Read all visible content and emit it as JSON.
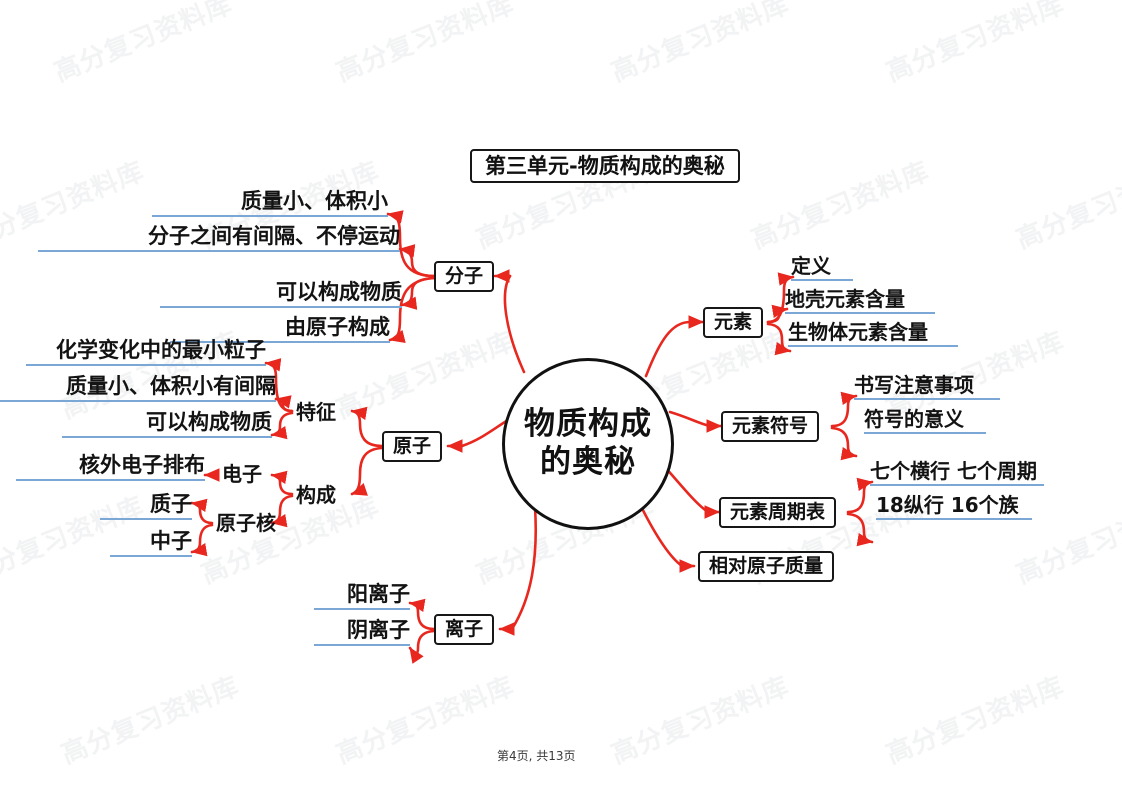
{
  "document": {
    "title": "第三单元-物质构成的奥秘",
    "footer": "第4页, 共13页",
    "watermark_text": "高分复习资料库"
  },
  "colors": {
    "connector": "#e8271f",
    "underline": "#7ba7d7",
    "box_border": "#171717",
    "text": "#111111",
    "watermark": "#f2f3f4",
    "background": "#ffffff"
  },
  "mindmap": {
    "center": {
      "line1": "物质构成",
      "line2": "的奥秘"
    },
    "branches": [
      {
        "id": "molecule",
        "label": "分子",
        "side": "left",
        "children": [
          {
            "label": "质量小、体积小"
          },
          {
            "label": "分子之间有间隔、不停运动"
          },
          {
            "label": "可以构成物质"
          },
          {
            "label": "由原子构成"
          }
        ]
      },
      {
        "id": "atom",
        "label": "原子",
        "side": "left",
        "groups": [
          {
            "label": "特征",
            "children": [
              {
                "label": "化学变化中的最小粒子"
              },
              {
                "label": "质量小、体积小有间隔"
              },
              {
                "label": "可以构成物质"
              }
            ]
          },
          {
            "label": "构成",
            "children": [
              {
                "label": "电子",
                "children": [
                  {
                    "label": "核外电子排布"
                  }
                ]
              },
              {
                "label": "原子核",
                "children": [
                  {
                    "label": "质子"
                  },
                  {
                    "label": "中子"
                  }
                ]
              }
            ]
          }
        ]
      },
      {
        "id": "ion",
        "label": "离子",
        "side": "left",
        "children": [
          {
            "label": "阳离子"
          },
          {
            "label": "阴离子"
          }
        ]
      },
      {
        "id": "element",
        "label": "元素",
        "side": "right",
        "children": [
          {
            "label": "定义"
          },
          {
            "label": "地壳元素含量"
          },
          {
            "label": "生物体元素含量"
          }
        ]
      },
      {
        "id": "element-symbol",
        "label": "元素符号",
        "side": "right",
        "children": [
          {
            "label": "书写注意事项"
          },
          {
            "label": "符号的意义"
          }
        ]
      },
      {
        "id": "periodic-table",
        "label": "元素周期表",
        "side": "right",
        "children": [
          {
            "label": "七个横行 七个周期"
          },
          {
            "label": "18纵行 16个族"
          }
        ]
      },
      {
        "id": "relative-atomic-mass",
        "label": "相对原子质量",
        "side": "right",
        "children": []
      }
    ]
  }
}
